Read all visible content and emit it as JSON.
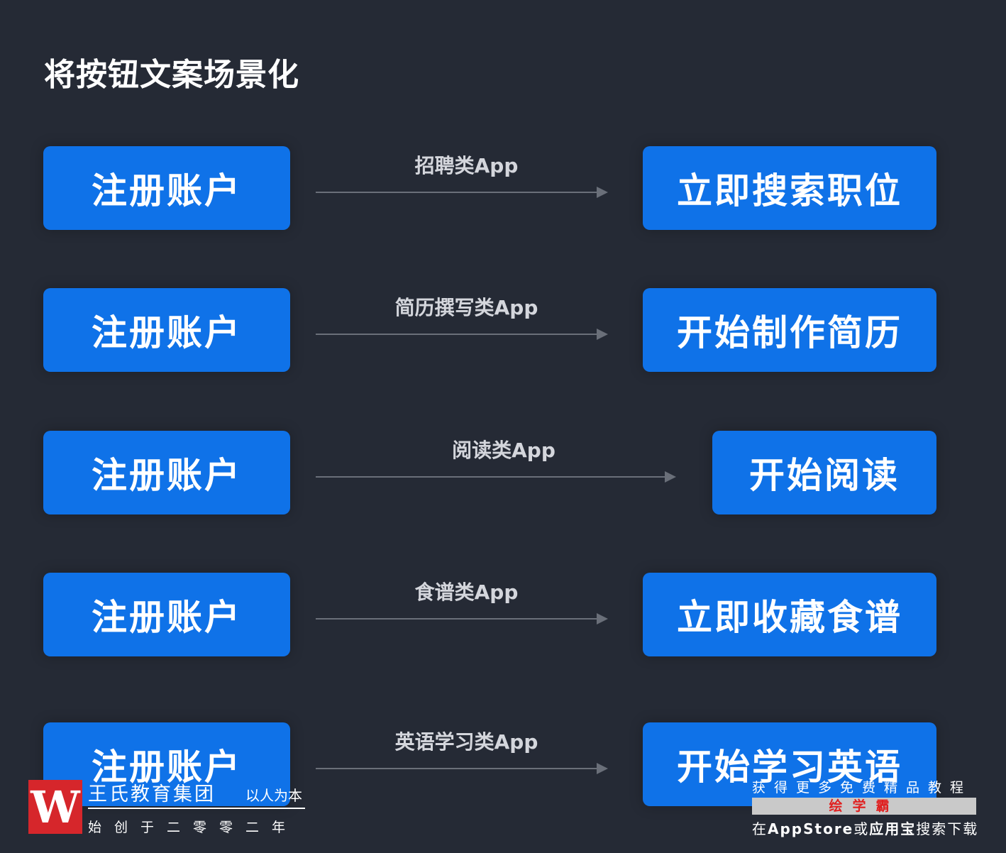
{
  "title": "将按钮文案场景化",
  "rows": [
    {
      "left": "注册账户",
      "label": "招聘类App",
      "right": "立即搜索职位"
    },
    {
      "left": "注册账户",
      "label": "简历撰写类App",
      "right": "开始制作简历"
    },
    {
      "left": "注册账户",
      "label": "阅读类App",
      "right": "开始阅读"
    },
    {
      "left": "注册账户",
      "label": "食谱类App",
      "right": "立即收藏食谱"
    },
    {
      "left": "注册账户",
      "label": "英语学习类App",
      "right": "开始学习英语"
    }
  ],
  "watermark_left": {
    "logo": "W",
    "group": "王氏教育集团",
    "motto": "以人为本",
    "since": "始创于二零零二年"
  },
  "watermark_right": {
    "line1": "获得更多免费精品教程",
    "brand": "绘学霸",
    "line3_a": "在",
    "line3_b": "AppStore",
    "line3_c": "或",
    "line3_d": "应用宝",
    "line3_e": "搜索下载"
  },
  "colors": {
    "background": "#252a35",
    "button": "#0f72e8",
    "arrow": "#6a6f79"
  }
}
